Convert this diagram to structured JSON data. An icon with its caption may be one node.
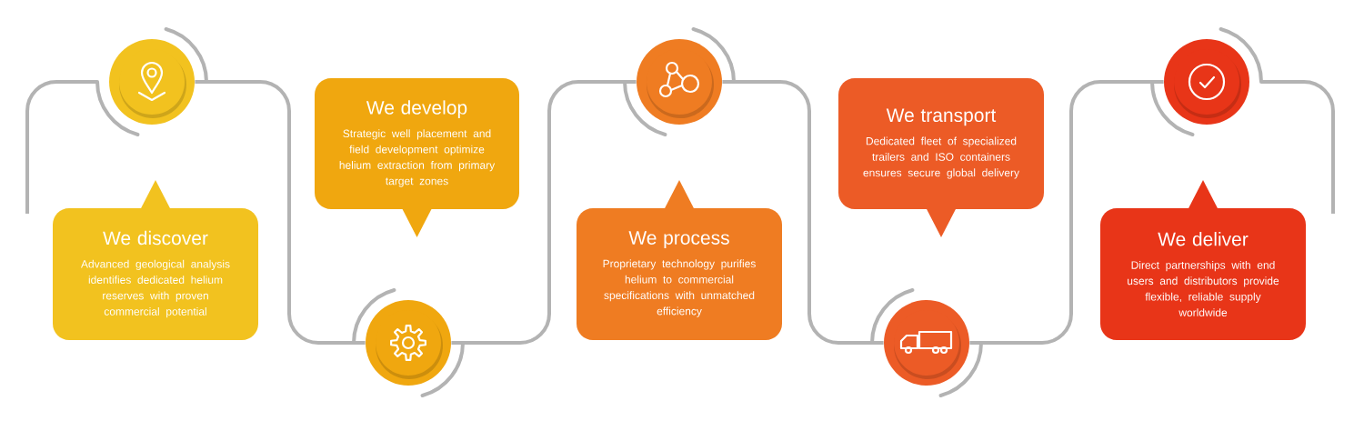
{
  "diagram": {
    "nodes": [
      {
        "text": [],
        "shape": "circle"
      },
      {
        "text": [
          "We discover",
          "Advanced geological analysis identifies dedicated helium reserves with proven commercial potential"
        ]
      },
      {
        "text": [
          "We develop",
          "Strategic well placement and field development optimize helium extraction from primary target zones"
        ]
      },
      {
        "text": [],
        "shape": "circle"
      },
      {
        "text": [],
        "shape": "circle"
      },
      {
        "text": [
          "We process",
          "Proprietary technology purifies helium to commercial specifications with unmatched efficiency"
        ]
      },
      {
        "text": [
          "We transport",
          "Dedicated fleet of specialized trailers and ISO containers ensures secure global delivery"
        ]
      },
      {
        "text": [],
        "shape": "circle"
      },
      {
        "text": [],
        "shape": "circle"
      },
      {
        "text": [
          "We deliver",
          "Direct partnerships with end users and distributors provide flexible, reliable supply worldwide"
        ]
      }
    ],
    "edges": [
      {
        "from": 0,
        "to": 3,
        "arrow": "none"
      },
      {
        "from": 3,
        "to": 4,
        "arrow": "none"
      },
      {
        "from": 4,
        "to": 7,
        "arrow": "none"
      },
      {
        "from": 7,
        "to": 8,
        "arrow": "none"
      }
    ]
  }
}
